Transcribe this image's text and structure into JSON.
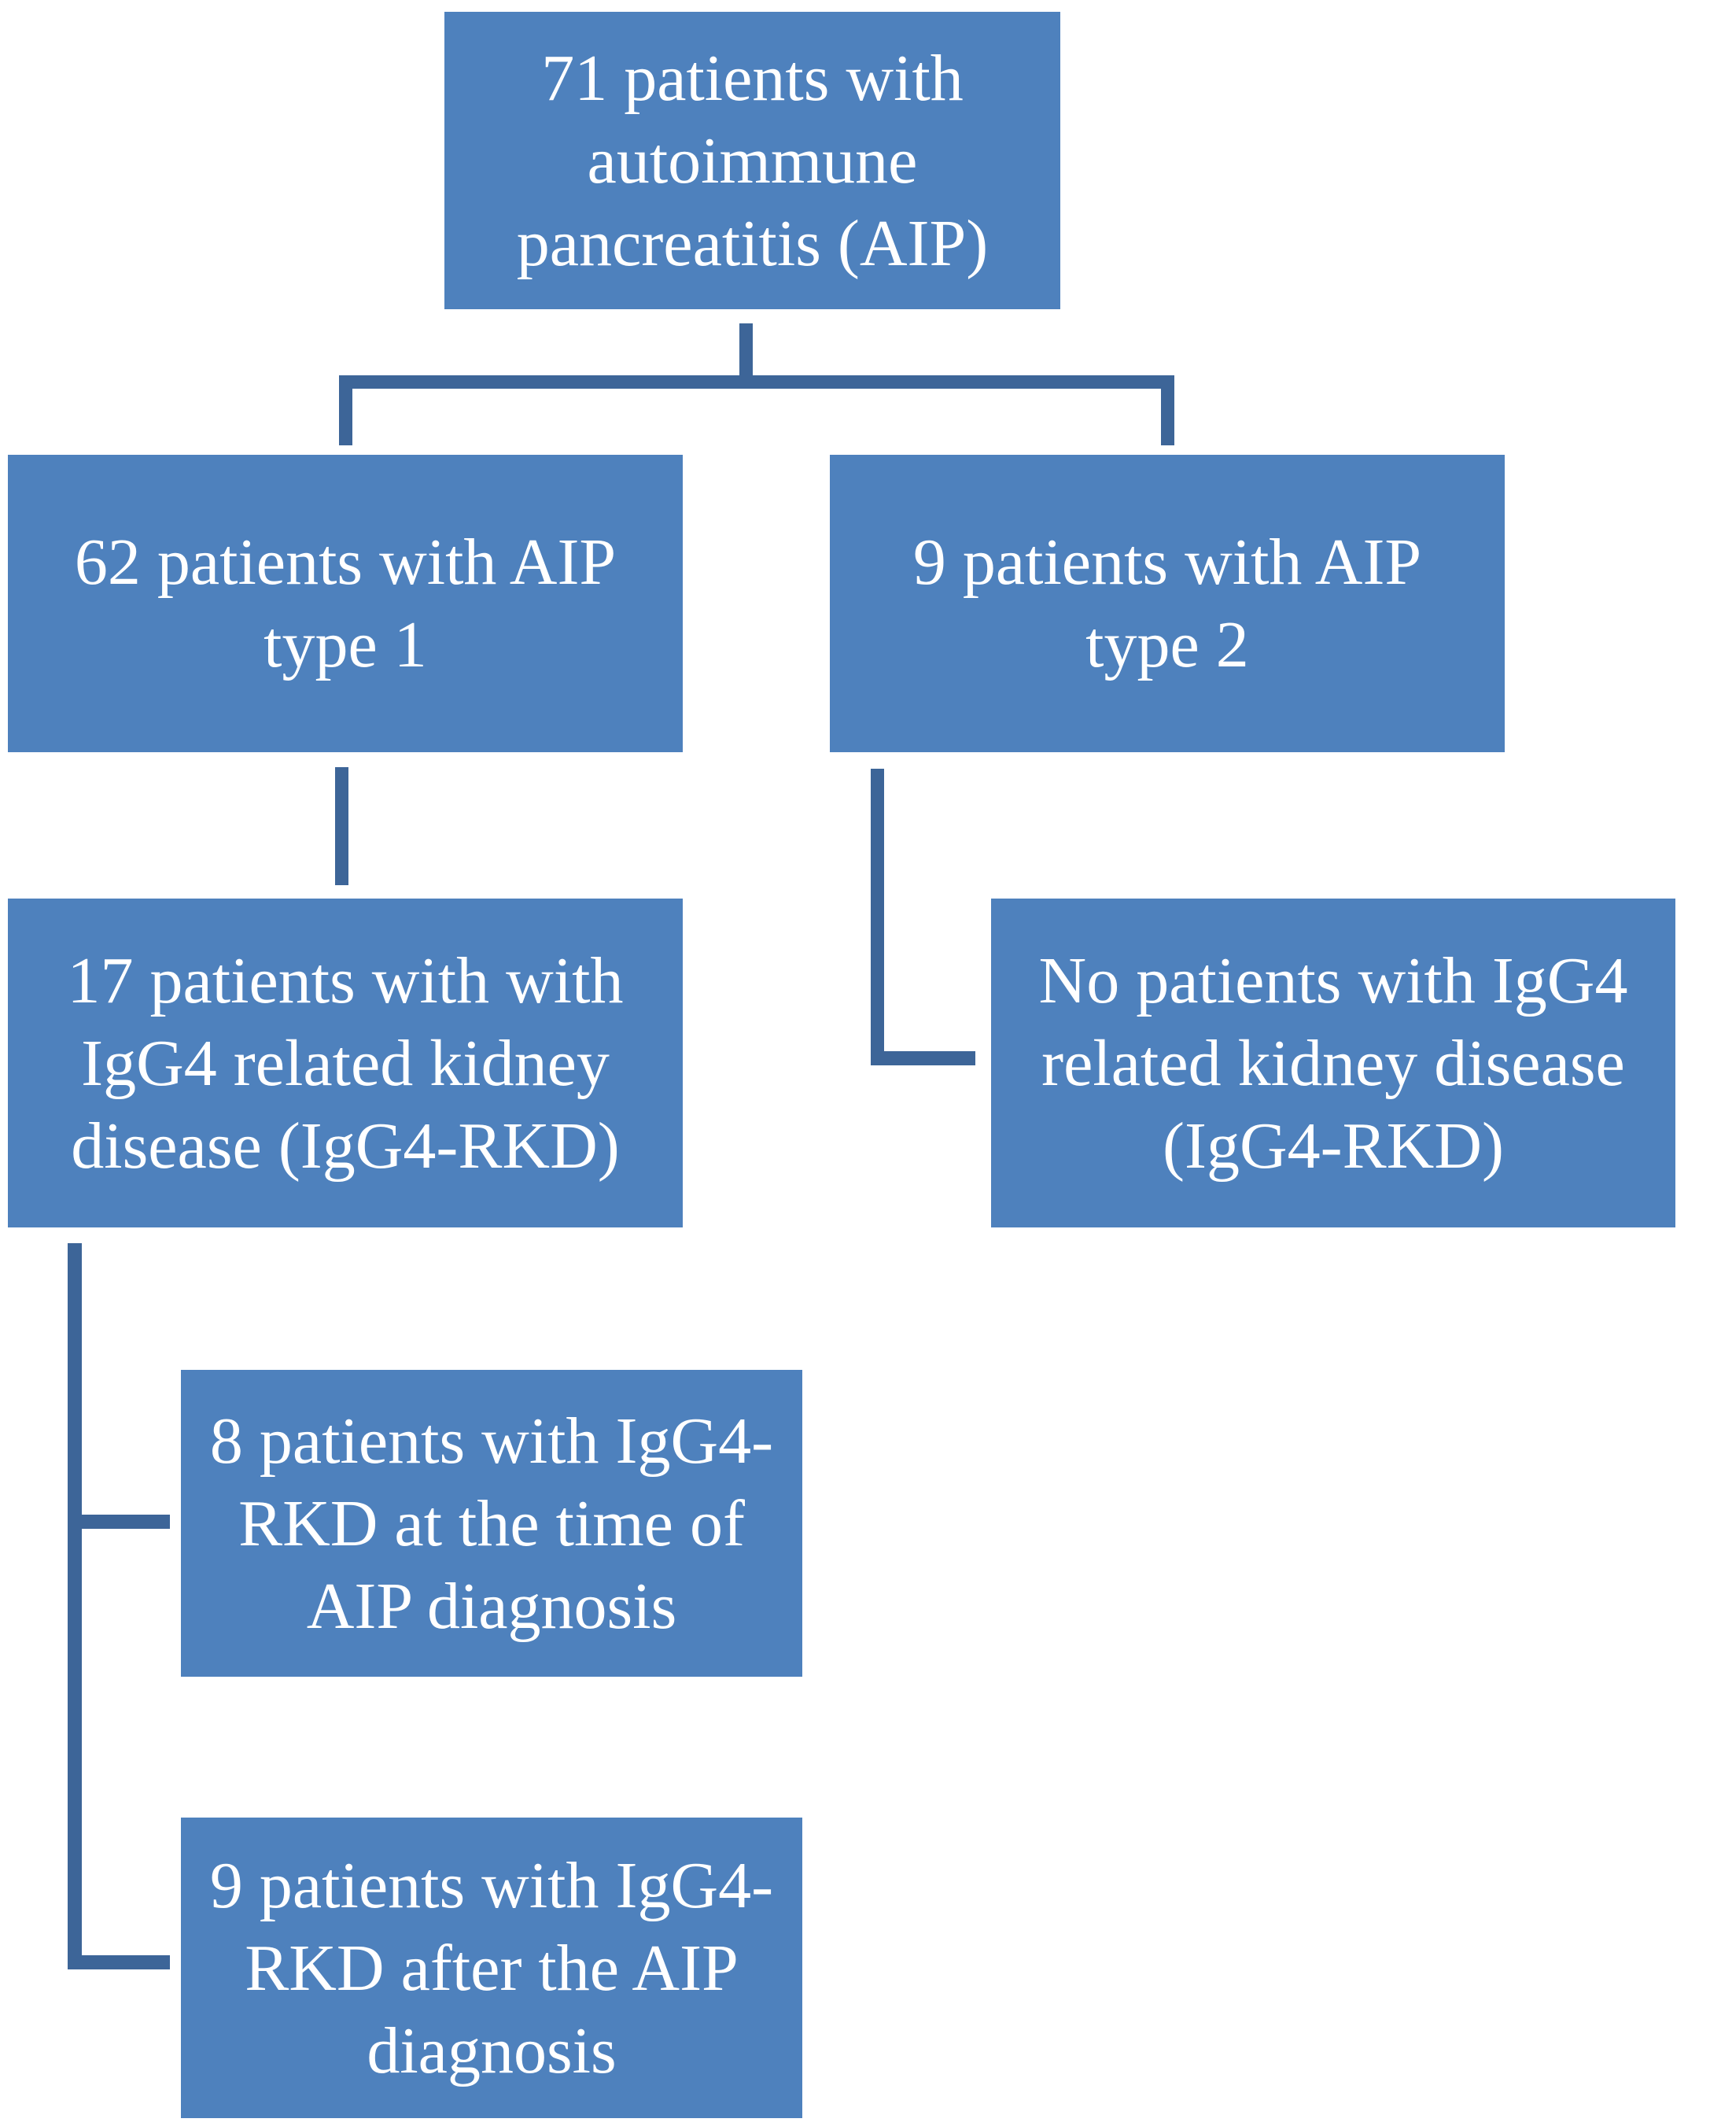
{
  "diagram": {
    "type": "flowchart",
    "colors": {
      "node_fill": "#4E81BD",
      "connector": "#3D6598",
      "text": "#FFFFFF",
      "background": "#FFFFFF"
    },
    "nodes": {
      "root": {
        "text": "71 patients with\nautoimmune\npancreatitis (AIP)"
      },
      "type1": {
        "text": "62 patients with AIP\ntype 1"
      },
      "type2": {
        "text": "9 patients with AIP\ntype 2"
      },
      "rkd17": {
        "text": "17 patients with with\nIgG4 related kidney\ndisease (IgG4-RKD)"
      },
      "norkd": {
        "text": "No patients with IgG4\nrelated kidney disease\n(IgG4-RKD)"
      },
      "eight": {
        "text": "8 patients with IgG4-\nRKD at the time of\nAIP diagnosis"
      },
      "nine": {
        "text": "9 patients with IgG4-\nRKD after the AIP\ndiagnosis"
      }
    },
    "connectors": [
      {
        "from": "root",
        "to": "type1"
      },
      {
        "from": "root",
        "to": "type2"
      },
      {
        "from": "type1",
        "to": "rkd17"
      },
      {
        "from": "type2",
        "to": "norkd"
      },
      {
        "from": "rkd17",
        "to": "eight"
      },
      {
        "from": "rkd17",
        "to": "nine"
      }
    ]
  }
}
